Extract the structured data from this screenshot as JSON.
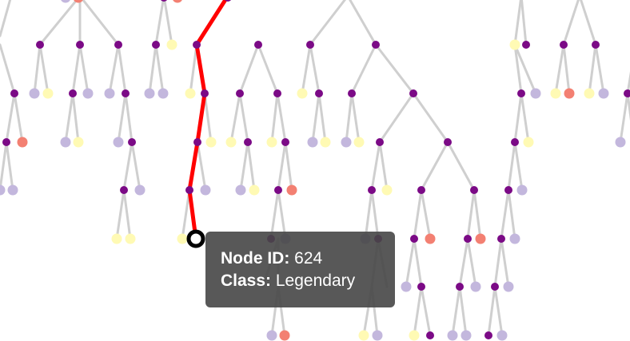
{
  "tooltip": {
    "node_id_label": "Node ID:",
    "node_id_value": "624",
    "class_label": "Class:",
    "class_value": "Legendary"
  },
  "colors": {
    "edge": "#cfcfcf",
    "highlight_path": "#ff0000",
    "node_internal": "#7b0a86",
    "node_lavender": "#c3b7dd",
    "node_yellow": "#fffab4",
    "node_salmon": "#f38072",
    "selected_ring": "#000000",
    "tooltip_bg": "#464646"
  }
}
